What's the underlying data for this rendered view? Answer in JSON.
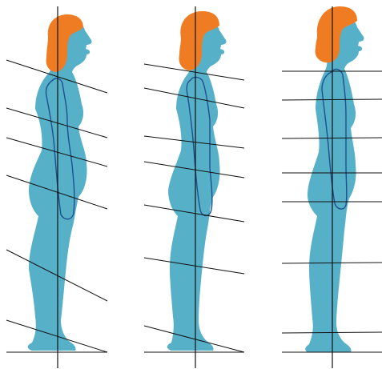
{
  "colors": {
    "background": "#ffffff",
    "body": "#56b0c8",
    "hair": "#ef7c22",
    "spine": "#1f4f8f",
    "lines": "#111111"
  },
  "figures": [
    {
      "id": "posture-1",
      "icon": "woman-silhouette-profile"
    },
    {
      "id": "posture-2",
      "icon": "woman-silhouette-profile"
    },
    {
      "id": "posture-3",
      "icon": "woman-silhouette-profile"
    }
  ]
}
